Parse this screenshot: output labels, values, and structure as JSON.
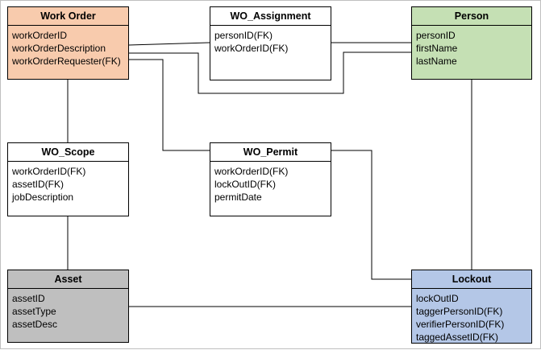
{
  "colors": {
    "work_order": "#f8cbad",
    "person": "#c5e0b4",
    "asset": "#bfbfbf",
    "lockout": "#b4c7e7",
    "plain": "#ffffff",
    "line": "#000000"
  },
  "entities": {
    "work_order": {
      "title": "Work Order",
      "fields": [
        "workOrderID",
        "workOrderDescription",
        "workOrderRequester(FK)"
      ]
    },
    "wo_assignment": {
      "title": "WO_Assignment",
      "fields": [
        "personID(FK)",
        "workOrderID(FK)"
      ]
    },
    "person": {
      "title": "Person",
      "fields": [
        "personID",
        "firstName",
        "lastName"
      ]
    },
    "wo_scope": {
      "title": "WO_Scope",
      "fields": [
        "workOrderID(FK)",
        "assetID(FK)",
        "jobDescription"
      ]
    },
    "wo_permit": {
      "title": "WO_Permit",
      "fields": [
        "workOrderID(FK)",
        "lockOutID(FK)",
        "permitDate"
      ]
    },
    "asset": {
      "title": "Asset",
      "fields": [
        "assetID",
        "assetType",
        "assetDesc"
      ]
    },
    "lockout": {
      "title": "Lockout",
      "fields": [
        "lockOutID",
        "taggerPersonID(FK)",
        "verifierPersonID(FK)",
        "taggedAssetID(FK)"
      ]
    }
  }
}
